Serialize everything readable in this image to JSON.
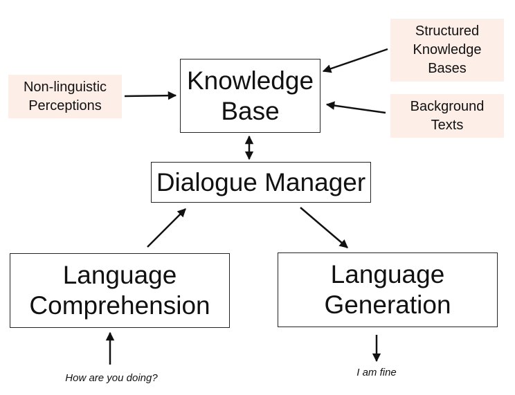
{
  "knowledge_base": {
    "line1": "Knowledge",
    "line2": "Base"
  },
  "dialogue_manager": {
    "label": "Dialogue Manager"
  },
  "language_comprehension": {
    "line1": "Language",
    "line2": "Comprehension"
  },
  "language_generation": {
    "line1": "Language",
    "line2": "Generation"
  },
  "non_linguistic_perceptions": {
    "line1": "Non-linguistic",
    "line2": "Perceptions"
  },
  "structured_knowledge_bases": {
    "line1": "Structured",
    "line2": "Knowledge",
    "line3": "Bases"
  },
  "background_texts": {
    "line1": "Background",
    "line2": "Texts"
  },
  "input_utterance": "How are you doing?",
  "output_utterance": "I am fine",
  "colors": {
    "source_fill": "#fdeee8",
    "stroke": "#222222"
  }
}
